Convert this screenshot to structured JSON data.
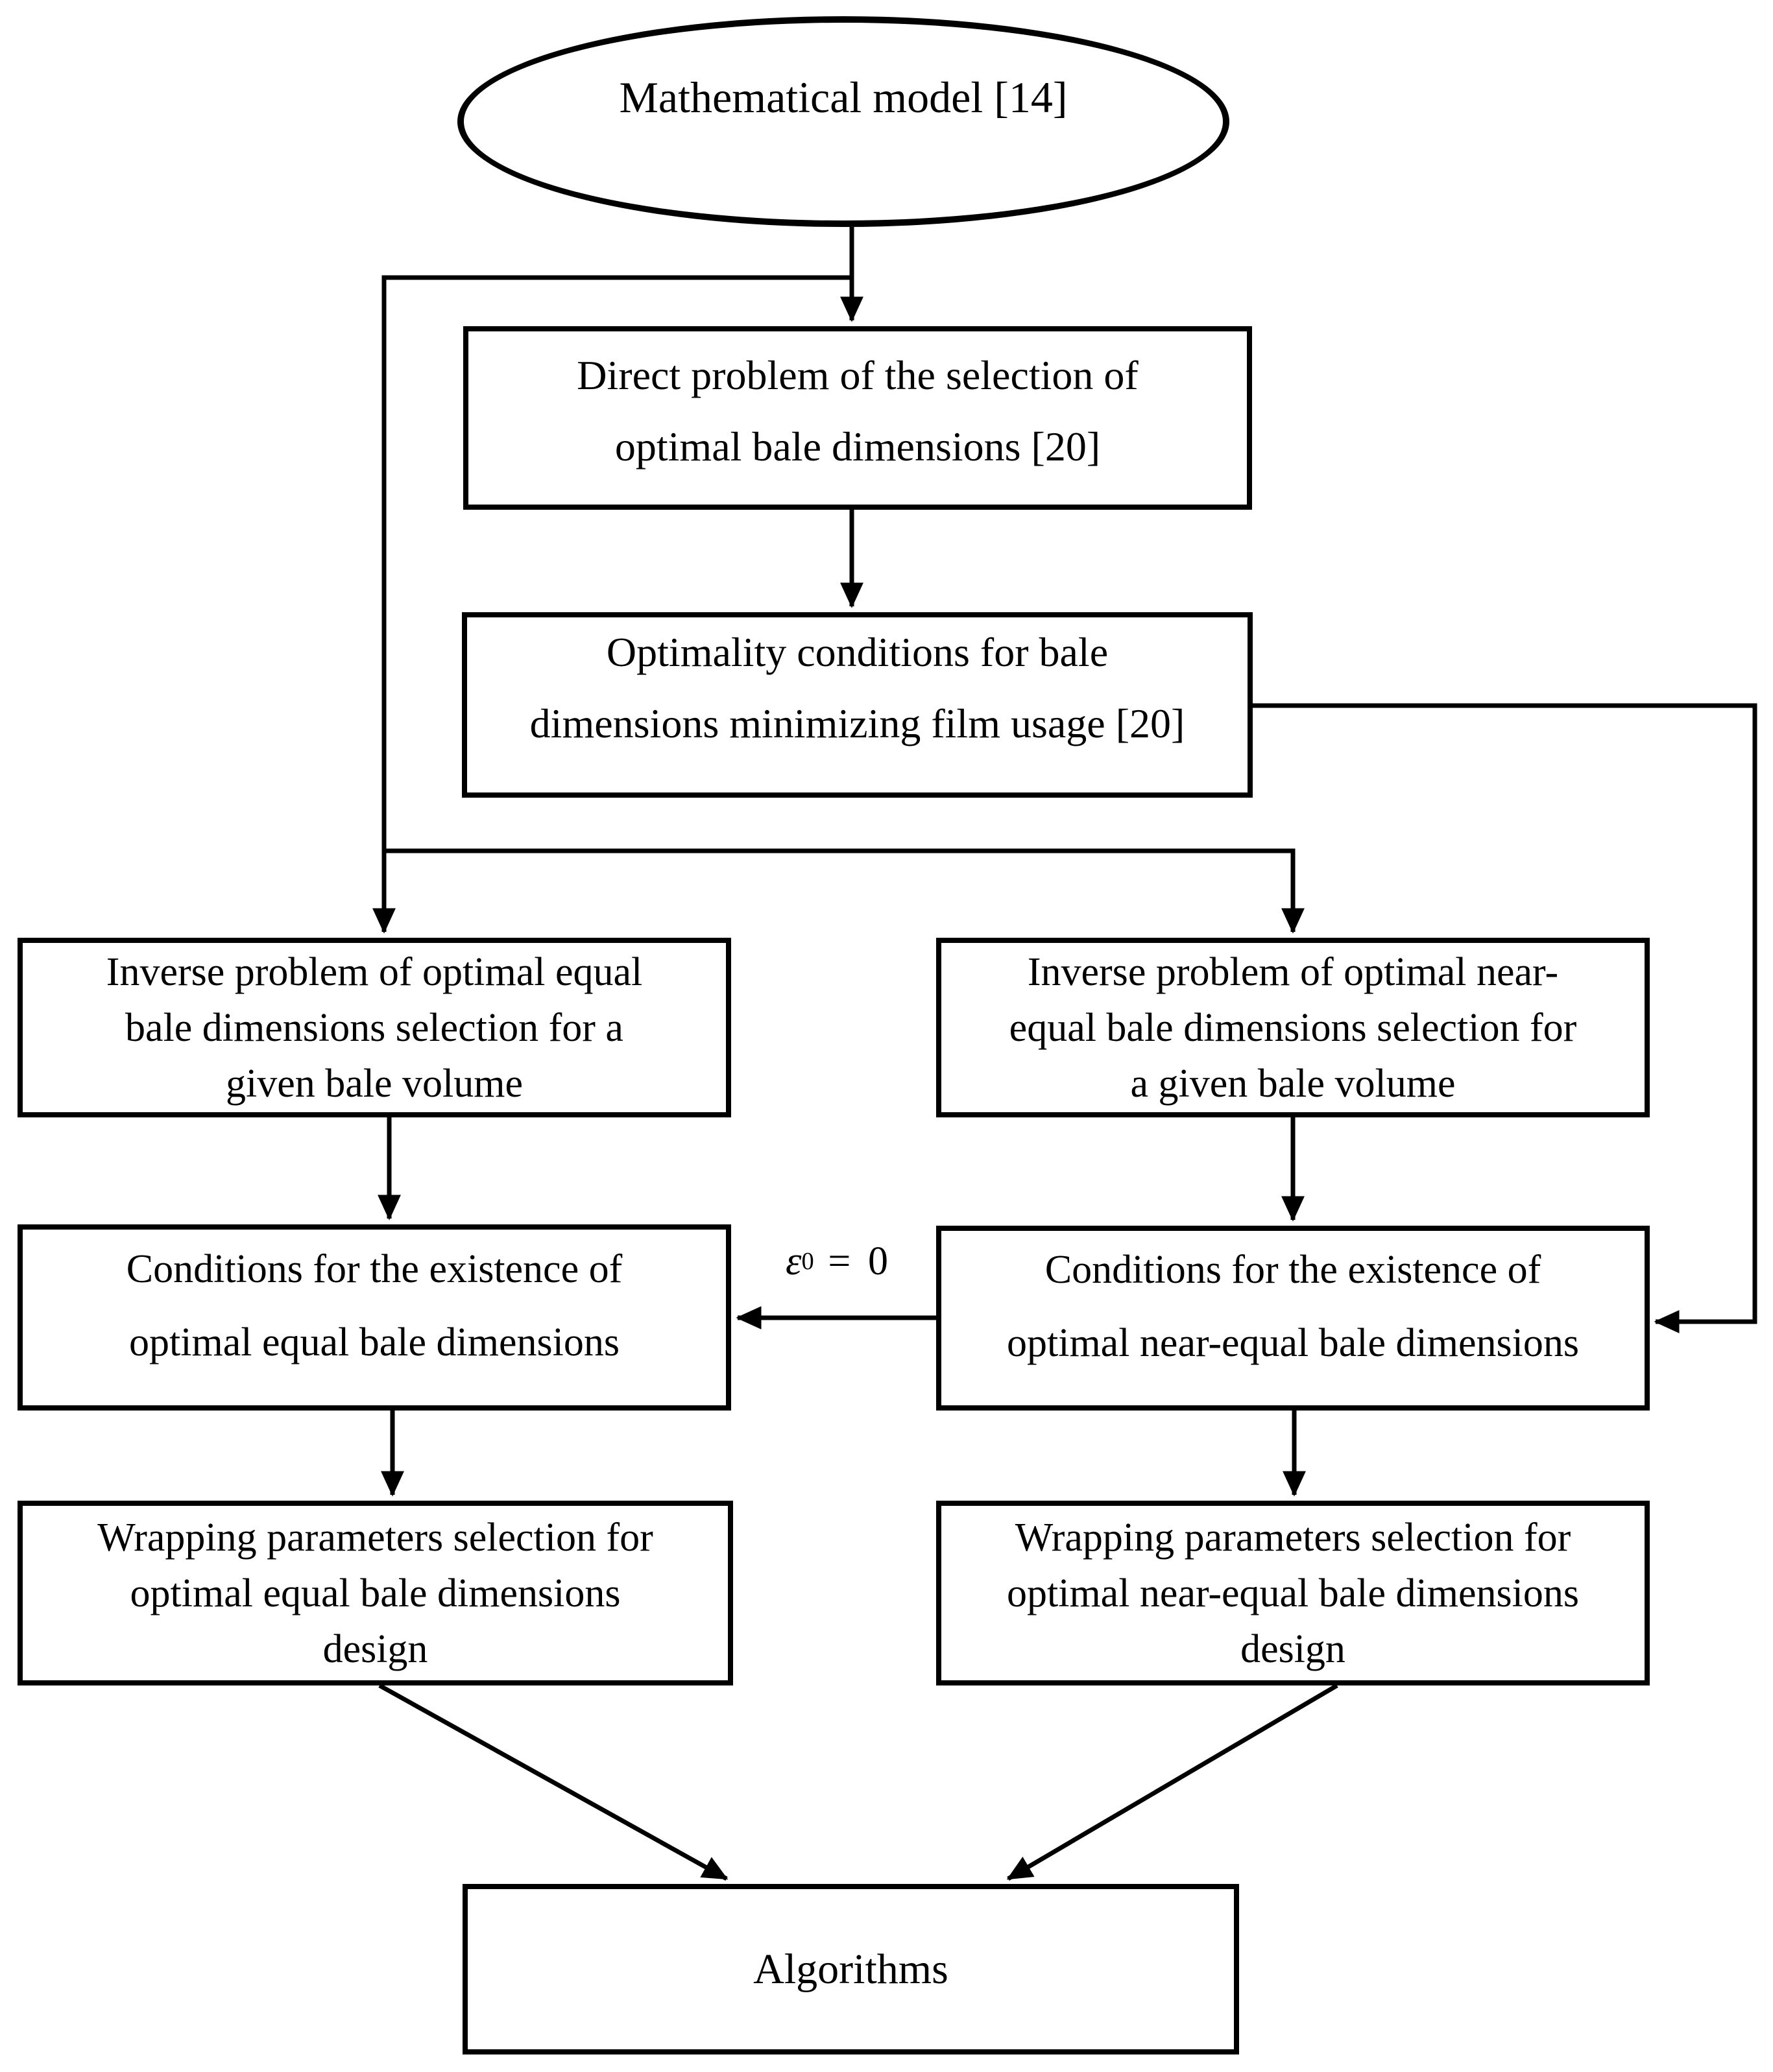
{
  "figure": {
    "background": "#ffffff",
    "ink": "#000000",
    "nodes": {
      "model": {
        "shape": "ellipse",
        "lines": [
          "Mathematical model [14]"
        ]
      },
      "direct": {
        "shape": "rect",
        "lines": [
          "Direct problem of the selection of",
          "optimal bale dimensions [20]"
        ]
      },
      "optimality": {
        "shape": "rect",
        "lines": [
          "Optimality conditions for bale",
          "dimensions minimizing film usage [20]"
        ]
      },
      "inverse_equal": {
        "shape": "rect",
        "lines": [
          "Inverse problem of optimal equal",
          "bale dimensions selection for a",
          "given bale volume"
        ]
      },
      "inverse_near_equal": {
        "shape": "rect",
        "lines": [
          "Inverse problem of optimal near-",
          "equal bale dimensions selection for",
          "a given bale volume"
        ]
      },
      "cond_equal": {
        "shape": "rect",
        "lines": [
          "Conditions for the existence of",
          "optimal equal bale dimensions"
        ]
      },
      "cond_near_equal": {
        "shape": "rect",
        "lines": [
          "Conditions for the existence of",
          "optimal near-equal bale dimensions"
        ]
      },
      "wrap_equal": {
        "shape": "rect",
        "lines": [
          "Wrapping parameters selection for",
          "optimal equal bale dimensions",
          "design"
        ]
      },
      "wrap_near_equal": {
        "shape": "rect",
        "lines": [
          "Wrapping parameters selection for",
          "optimal near-equal bale dimensions",
          "design"
        ]
      },
      "algorithms": {
        "shape": "rect",
        "lines": [
          "Algorithms"
        ]
      }
    },
    "edge_label": {
      "epsilon": "ε",
      "subscript": "0",
      "rhs": "= 0"
    }
  }
}
